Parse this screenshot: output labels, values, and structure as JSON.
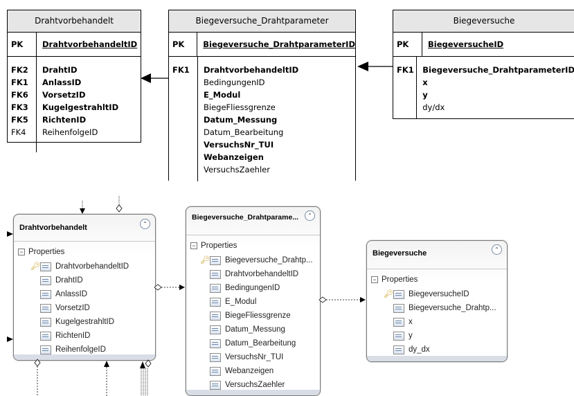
{
  "top": {
    "drahtvorbehandelt": {
      "title": "Drahtvorbehandelt",
      "pk_key": "PK",
      "pk_field": "DrahtvorbehandeltID",
      "keys": [
        "FK2",
        "FK1",
        "FK6",
        "FK3",
        "FK5",
        "FK4"
      ],
      "fields": [
        "DrahtID",
        "AnlassID",
        "VorsetzID",
        "KugelgestrahltID",
        "RichtenID",
        "ReihenfolgeID"
      ]
    },
    "biegeversuche_drahtparameter": {
      "title": "Biegeversuche_Drahtparameter",
      "pk_key": "PK",
      "pk_field": "Biegeversuche_DrahtparameterID",
      "keys": [
        "FK1"
      ],
      "fields": [
        "DrahtvorbehandeltID",
        "BedingungenID",
        "E_Modul",
        "BiegeFliessgrenze",
        "Datum_Messung",
        "Datum_Bearbeitung",
        "VersuchsNr_TUI",
        "Webanzeigen",
        "VersuchsZaehler"
      ]
    },
    "biegeversuche": {
      "title": "Biegeversuche",
      "pk_key": "PK",
      "pk_field": "BiegeversucheID",
      "keys": [
        "FK1"
      ],
      "fields": [
        "Biegeversuche_DrahtparameterID",
        "x",
        "y",
        "dy/dx"
      ]
    }
  },
  "bottom": {
    "drahtvorbehandelt": {
      "title": "Drahtvorbehandelt",
      "properties_label": "Properties",
      "properties": [
        "DrahtvorbehandeltID",
        "DrahtID",
        "AnlassID",
        "VorsetzID",
        "KugelgestrahltID",
        "RichtenID",
        "ReihenfolgeID"
      ]
    },
    "biegeversuche_drahtparameter": {
      "title": "Biegeversuche_Drahtparame...",
      "properties_label": "Properties",
      "properties": [
        "Biegeversuche_Drahtp...",
        "DrahtvorbehandeltID",
        "BedingungenID",
        "E_Modul",
        "BiegeFliessgrenze",
        "Datum_Messung",
        "Datum_Bearbeitung",
        "VersuchsNr_TUI",
        "Webanzeigen",
        "VersuchsZaehler"
      ]
    },
    "biegeversuche": {
      "title": "Biegeversuche",
      "properties_label": "Properties",
      "properties": [
        "BiegeversucheID",
        "Biegeversuche_Drahtp...",
        "x",
        "y",
        "dy_dx"
      ]
    }
  },
  "icons": {
    "key": "key-icon",
    "property": "property-icon",
    "collapse": "double-chevron-up-icon",
    "expander": "minus-box-icon"
  },
  "colors": {
    "header_fill": "#e6e6e6",
    "entity_border": "#7a7a7a",
    "key_icon": "#c79a1a"
  }
}
